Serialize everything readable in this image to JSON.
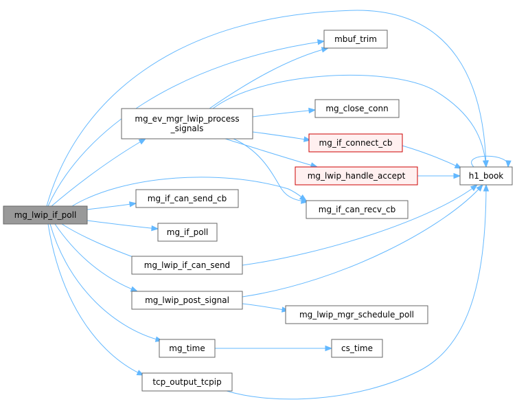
{
  "colors": {
    "edge": "#63b8ff",
    "node_fill": "#ffffff",
    "node_stroke": "#666666",
    "selected_fill": "#999999",
    "selected_stroke": "#666666",
    "highlight_fill": "#fff0f0",
    "highlight_stroke": "#cc0000"
  },
  "nodes": {
    "poll": {
      "lines": [
        "mg_lwip_if_poll"
      ],
      "style": "selected"
    },
    "mbuf": {
      "lines": [
        "mbuf_trim"
      ],
      "style": "normal"
    },
    "ev": {
      "lines": [
        "mg_ev_mgr_lwip_process",
        "_signals"
      ],
      "style": "normal"
    },
    "close": {
      "lines": [
        "mg_close_conn"
      ],
      "style": "normal"
    },
    "connect": {
      "lines": [
        "mg_if_connect_cb"
      ],
      "style": "highlight"
    },
    "accept": {
      "lines": [
        "mg_lwip_handle_accept"
      ],
      "style": "highlight"
    },
    "h1": {
      "lines": [
        "h1_book"
      ],
      "style": "normal"
    },
    "cansend": {
      "lines": [
        "mg_if_can_send_cb"
      ],
      "style": "normal"
    },
    "recv": {
      "lines": [
        "mg_if_can_recv_cb"
      ],
      "style": "normal"
    },
    "ifpoll": {
      "lines": [
        "mg_if_poll"
      ],
      "style": "normal"
    },
    "lwipcansend": {
      "lines": [
        "mg_lwip_if_can_send"
      ],
      "style": "normal"
    },
    "post": {
      "lines": [
        "mg_lwip_post_signal"
      ],
      "style": "normal"
    },
    "sched": {
      "lines": [
        "mg_lwip_mgr_schedule_poll"
      ],
      "style": "normal"
    },
    "time": {
      "lines": [
        "mg_time"
      ],
      "style": "normal"
    },
    "cstime": {
      "lines": [
        "cs_time"
      ],
      "style": "normal"
    },
    "tcp": {
      "lines": [
        "tcp_output_tcpip"
      ],
      "style": "normal"
    }
  },
  "edges": [
    [
      "poll",
      "mbuf"
    ],
    [
      "poll",
      "h1"
    ],
    [
      "poll",
      "ev"
    ],
    [
      "poll",
      "cansend"
    ],
    [
      "poll",
      "recv"
    ],
    [
      "poll",
      "ifpoll"
    ],
    [
      "poll",
      "lwipcansend"
    ],
    [
      "poll",
      "post"
    ],
    [
      "poll",
      "time"
    ],
    [
      "poll",
      "tcp"
    ],
    [
      "ev",
      "mbuf"
    ],
    [
      "ev",
      "close"
    ],
    [
      "ev",
      "connect"
    ],
    [
      "ev",
      "accept"
    ],
    [
      "ev",
      "h1"
    ],
    [
      "ev",
      "recv"
    ],
    [
      "connect",
      "h1"
    ],
    [
      "accept",
      "h1"
    ],
    [
      "h1",
      "h1"
    ],
    [
      "lwipcansend",
      "h1"
    ],
    [
      "post",
      "h1"
    ],
    [
      "post",
      "sched"
    ],
    [
      "time",
      "cstime"
    ],
    [
      "tcp",
      "h1"
    ]
  ]
}
